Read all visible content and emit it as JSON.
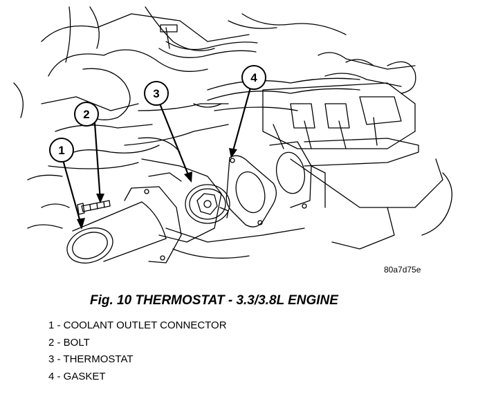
{
  "figure": {
    "id_code": "80a7d75e",
    "title": "Fig. 10 THERMOSTAT - 3.3/3.8L ENGINE"
  },
  "callouts": [
    {
      "number": "1",
      "label": "COOLANT OUTLET CONNECTOR"
    },
    {
      "number": "2",
      "label": "BOLT"
    },
    {
      "number": "3",
      "label": "THERMOSTAT"
    },
    {
      "number": "4",
      "label": "GASKET"
    }
  ],
  "legend": [
    "1 - COOLANT OUTLET CONNECTOR",
    "2 - BOLT",
    "3 - THERMOSTAT",
    "4 - GASKET"
  ]
}
